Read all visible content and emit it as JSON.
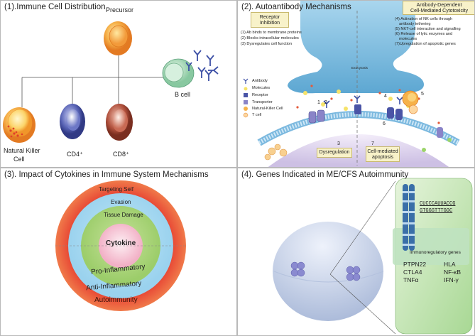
{
  "panel1": {
    "title": "(1).Immune Cell Distribution",
    "precursor": "Precursor",
    "bcell": "B cell",
    "nk_line1": "Natural Killer",
    "nk_line2": "Cell",
    "cd4": "CD4⁺",
    "cd8": "CD8⁺"
  },
  "panel2": {
    "title": "(2). Autoantibody Mechanisms",
    "receptor_box_line1": "Receptor",
    "receptor_box_line2": "Inhibition",
    "adcc_line1": "Antibody-Dependent",
    "adcc_line2": "Cell-Mediated Cytotoxicity",
    "receptor_points": [
      "(1) Ab binds to membrane proteins",
      "(2) Blocks intracellular molecules",
      "(3) Dysregulates cell function"
    ],
    "adcc_points": [
      "(4) Activation of NK cells through",
      "antibody tethering",
      "(5) NKT-cell interaction and signalling",
      "(6) Release of lytic enzymes and",
      "molecules",
      "(7)Upregulation of apoptotic genes"
    ],
    "exocytosis": "Exocytosis",
    "legend": [
      "Antibody",
      "Molecules",
      "Receptor",
      "Transporter",
      "Natural-Killer Cell",
      "T cell"
    ],
    "dysregulation": "Dysregulation",
    "cellmed_line1": "Cell-mediated",
    "cellmed_line2": "apoptosis",
    "num3": "3",
    "num7": "7",
    "nums": [
      "1",
      "2",
      "4",
      "5",
      "6"
    ]
  },
  "panel3": {
    "title": "(3). Impact of Cytokines in Immune System Mechanisms",
    "rings": [
      "Targeting Self",
      "Evasion",
      "Tissue Damage"
    ],
    "center": "Cytokine",
    "pro": "Pro-Inflammatory",
    "anti": "Anti-Inflammatory",
    "auto": "Autoimmunity"
  },
  "panel4": {
    "title": "(4). Genes Indicated in ME/CFS Autoimmunity",
    "seq1": "CUCCCAUUACCG",
    "seq2": "GTGGGTTTGGC",
    "immuno": "Immunoregulatory genes",
    "genes_left": [
      "PTPN22",
      "CTLA4",
      "TNFα"
    ],
    "genes_right": [
      "HLA",
      "NF-κB",
      "IFN-γ"
    ]
  },
  "colors": {
    "orange": "#f3a14a",
    "blue": "#4a54a6",
    "red": "#a84a3a",
    "green": "#8cc47a",
    "ring_red": "#e04a3a"
  }
}
